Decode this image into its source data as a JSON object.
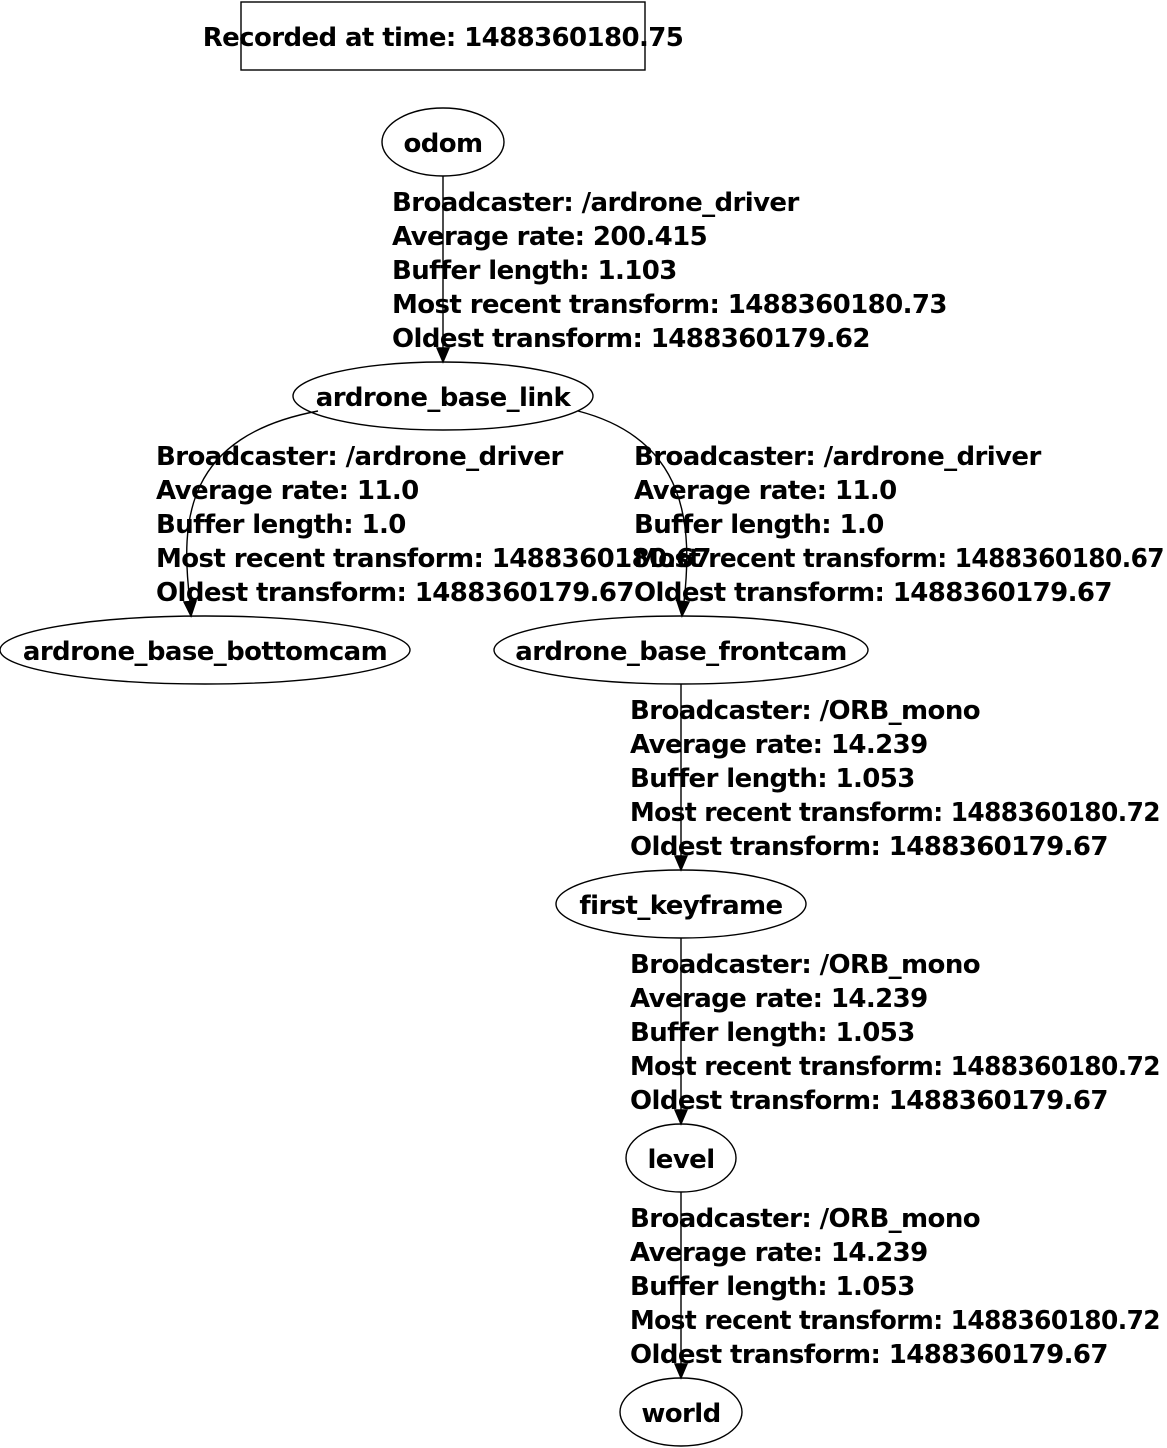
{
  "header": {
    "recorded_label": "Recorded at time: 1488360180.75"
  },
  "nodes": {
    "odom": "odom",
    "ardrone_base_link": "ardrone_base_link",
    "ardrone_base_bottomcam": "ardrone_base_bottomcam",
    "ardrone_base_frontcam": "ardrone_base_frontcam",
    "first_keyframe": "first_keyframe",
    "level": "level",
    "world": "world"
  },
  "edges": {
    "odom_to_base_link": [
      "Broadcaster: /ardrone_driver",
      "Average rate: 200.415",
      "Buffer length: 1.103",
      "Most recent transform: 1488360180.73",
      "Oldest transform: 1488360179.62"
    ],
    "base_link_to_bottomcam": [
      "Broadcaster: /ardrone_driver",
      "Average rate: 11.0",
      "Buffer length: 1.0",
      "Most recent transform: 1488360180.67",
      "Oldest transform: 1488360179.67"
    ],
    "base_link_to_frontcam": [
      "Broadcaster: /ardrone_driver",
      "Average rate: 11.0",
      "Buffer length: 1.0",
      "Most recent transform: 1488360180.67",
      "Oldest transform: 1488360179.67"
    ],
    "frontcam_to_first_keyframe": [
      "Broadcaster: /ORB_mono",
      "Average rate: 14.239",
      "Buffer length: 1.053",
      "Most recent transform: 1488360180.72",
      "Oldest transform: 1488360179.67"
    ],
    "first_keyframe_to_level": [
      "Broadcaster: /ORB_mono",
      "Average rate: 14.239",
      "Buffer length: 1.053",
      "Most recent transform: 1488360180.72",
      "Oldest transform: 1488360179.67"
    ],
    "level_to_world": [
      "Broadcaster: /ORB_mono",
      "Average rate: 14.239",
      "Buffer length: 1.053",
      "Most recent transform: 1488360180.72",
      "Oldest transform: 1488360179.67"
    ]
  }
}
